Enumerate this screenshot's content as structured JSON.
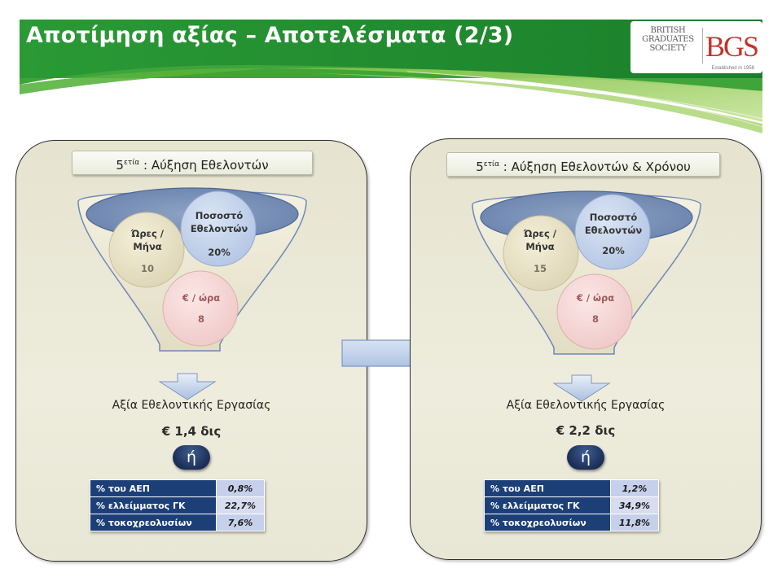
{
  "header": {
    "title": "Αποτίμηση αξίας – Αποτελέσματα (2/3)",
    "colors": {
      "banner": "#1f8a2e",
      "banner_light": "#8cc63f"
    }
  },
  "logo": {
    "text_lines": [
      "BRITISH",
      "GRADUATES",
      "SOCIETY"
    ],
    "mark": "BGS",
    "established": "Established in 1958"
  },
  "panels": [
    {
      "scenario_num": "5",
      "scenario_suffix": "ετία",
      "scenario_label": ": Αύξηση Εθελοντών",
      "hours_label_1": "Ώρες /",
      "hours_label_2": "Μήνα",
      "hours_value": "10",
      "share_label_1": "Ποσοστό",
      "share_label_2": "Εθελοντών",
      "share_value": "20%",
      "rate_label": "€ / ώρα",
      "rate_value": "8",
      "worth_label": "Αξία Εθελοντικής Εργασίας",
      "amount": "€ 1,4 δις",
      "or_label": "ή",
      "rows": [
        {
          "label": "% του ΑΕΠ",
          "value": "0,8%"
        },
        {
          "label": "% ελλείμματος ΓΚ",
          "value": "22,7%"
        },
        {
          "label": "% τοκοχρεολυσίων",
          "value": "7,6%"
        }
      ]
    },
    {
      "scenario_num": "5",
      "scenario_suffix": "ετία",
      "scenario_label": ": Αύξηση Εθελοντών & Χρόνου",
      "hours_label_1": "Ώρες /",
      "hours_label_2": "Μήνα",
      "hours_value": "15",
      "share_label_1": "Ποσοστό",
      "share_label_2": "Εθελοντών",
      "share_value": "20%",
      "rate_label": "€ / ώρα",
      "rate_value": "8",
      "worth_label": "Αξία Εθελοντικής Εργασίας",
      "amount": "€ 2,2 δις",
      "or_label": "ή",
      "rows": [
        {
          "label": "% του ΑΕΠ",
          "value": "1,2%"
        },
        {
          "label": "% ελλείμματος ΓΚ",
          "value": "34,9%"
        },
        {
          "label": "% τοκοχρεολυσίων",
          "value": "11,8%"
        }
      ]
    }
  ]
}
